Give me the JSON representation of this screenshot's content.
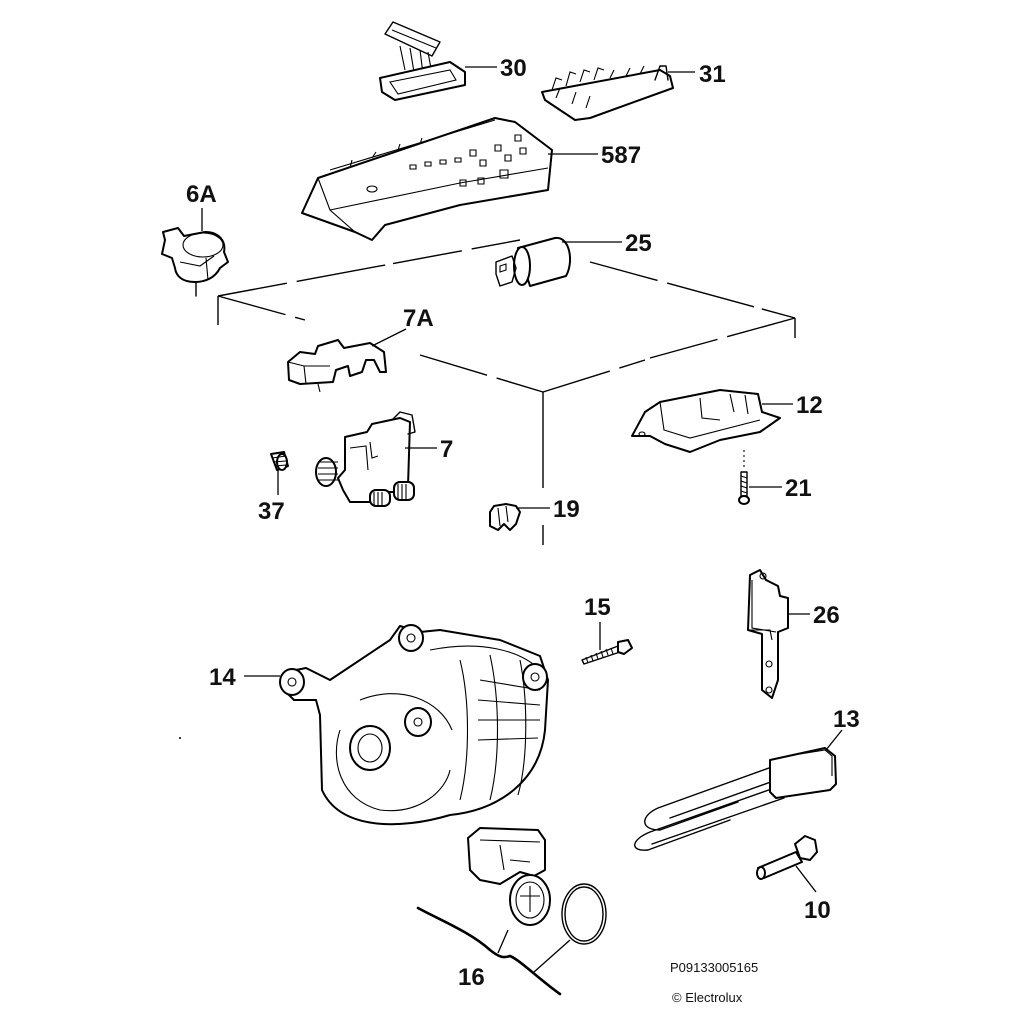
{
  "diagram": {
    "title": "Washing machine electrical components exploded view",
    "brand": "Electrolux",
    "reference_code": "P09133005165",
    "copyright": "© Electrolux",
    "parts": [
      {
        "id": "30",
        "label": "30",
        "description": "display module with ribbon cable"
      },
      {
        "id": "31",
        "label": "31",
        "description": "button / key board"
      },
      {
        "id": "587",
        "label": "587",
        "description": "electronic control board"
      },
      {
        "id": "6A",
        "label": "6A",
        "description": "pressure switch"
      },
      {
        "id": "25",
        "label": "25",
        "description": "suppressor / capacitor"
      },
      {
        "id": "7A",
        "label": "7A",
        "description": "valve bracket"
      },
      {
        "id": "12",
        "label": "12",
        "description": "door interlock"
      },
      {
        "id": "7",
        "label": "7",
        "description": "inlet solenoid valve"
      },
      {
        "id": "37",
        "label": "37",
        "description": "inlet filter"
      },
      {
        "id": "21",
        "label": "21",
        "description": "screw"
      },
      {
        "id": "19",
        "label": "19",
        "description": "cable clip"
      },
      {
        "id": "15",
        "label": "15",
        "description": "motor screw"
      },
      {
        "id": "26",
        "label": "26",
        "description": "thermostat / sensor bracket"
      },
      {
        "id": "14",
        "label": "14",
        "description": "drive motor"
      },
      {
        "id": "13",
        "label": "13",
        "description": "heating element"
      },
      {
        "id": "10",
        "label": "10",
        "description": "NTC temperature sensor"
      },
      {
        "id": "16",
        "label": "16",
        "description": "drain pump with seal"
      }
    ]
  }
}
